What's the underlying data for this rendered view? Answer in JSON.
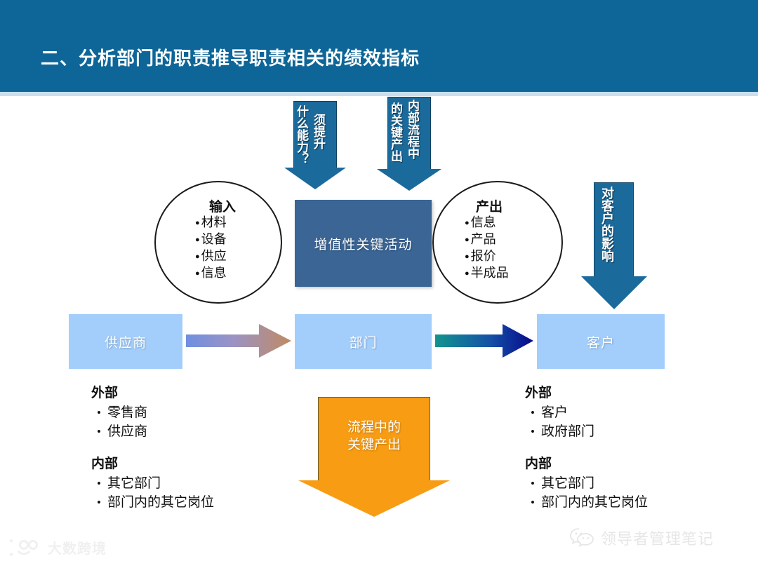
{
  "slide": {
    "title": "二、分析部门的职责推导职责相关的绩效指标"
  },
  "colors": {
    "header_blue": "#0e6698",
    "arrow_blue": "#1b6a9c",
    "core_box_blue": "#3a6595",
    "chain_box_blue": "#a3cefc",
    "orange": "#f89c13",
    "outline_dark": "#1a1a1a"
  },
  "callouts": {
    "capability": {
      "column_1": "什么能力？",
      "column_2": "须提升"
    },
    "process": {
      "column_1": "内部流程中",
      "column_2": "的关键产出"
    },
    "impact": {
      "text": "对客户的影响"
    },
    "key_output": {
      "line_1": "流程中的",
      "line_2": "关键产出"
    }
  },
  "ellipses": {
    "input": {
      "title": "输入",
      "items": [
        "材料",
        "设备",
        "供应",
        "信息"
      ]
    },
    "output": {
      "title": "产出",
      "items": [
        "信息",
        "产品",
        "报价",
        "半成品"
      ]
    }
  },
  "core_box": {
    "label": "增值性关键活动"
  },
  "chain": {
    "supplier": "供应商",
    "department": "部门",
    "customer": "客户"
  },
  "notes_left": {
    "external": {
      "heading": "外部",
      "items": [
        "零售商",
        "供应商"
      ]
    },
    "internal": {
      "heading": "内部",
      "items": [
        "其它部门",
        "部门内的其它岗位"
      ]
    }
  },
  "notes_right": {
    "external": {
      "heading": "外部",
      "items": [
        "客户",
        "政府部门"
      ]
    },
    "internal": {
      "heading": "内部",
      "items": [
        "其它部门",
        "部门内的其它岗位"
      ]
    }
  },
  "watermarks": {
    "left": {
      "text": "大数跨境",
      "icon": "dashu-logo-icon"
    },
    "right": {
      "text": "领导者管理笔记",
      "icon": "wechat-icon"
    }
  }
}
